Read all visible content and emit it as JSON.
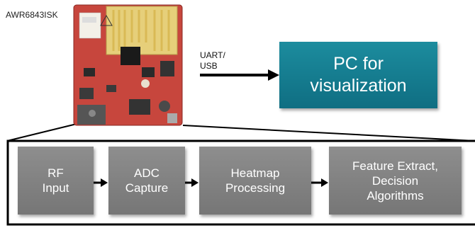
{
  "board": {
    "name": "AWR6843ISK"
  },
  "link": {
    "line1": "UART/",
    "line2": "USB"
  },
  "pc": {
    "label": "PC for\nvisualization",
    "color": "#13798c"
  },
  "pipeline": {
    "stages": [
      {
        "label": "RF\nInput"
      },
      {
        "label": "ADC\nCapture"
      },
      {
        "label": "Heatmap\nProcessing"
      },
      {
        "label": "Feature Extract,\nDecision\nAlgorithms"
      }
    ],
    "stage_color": "#858585"
  },
  "board_colors": {
    "pcb": "#c7463d",
    "antenna": "#e9d27a"
  }
}
